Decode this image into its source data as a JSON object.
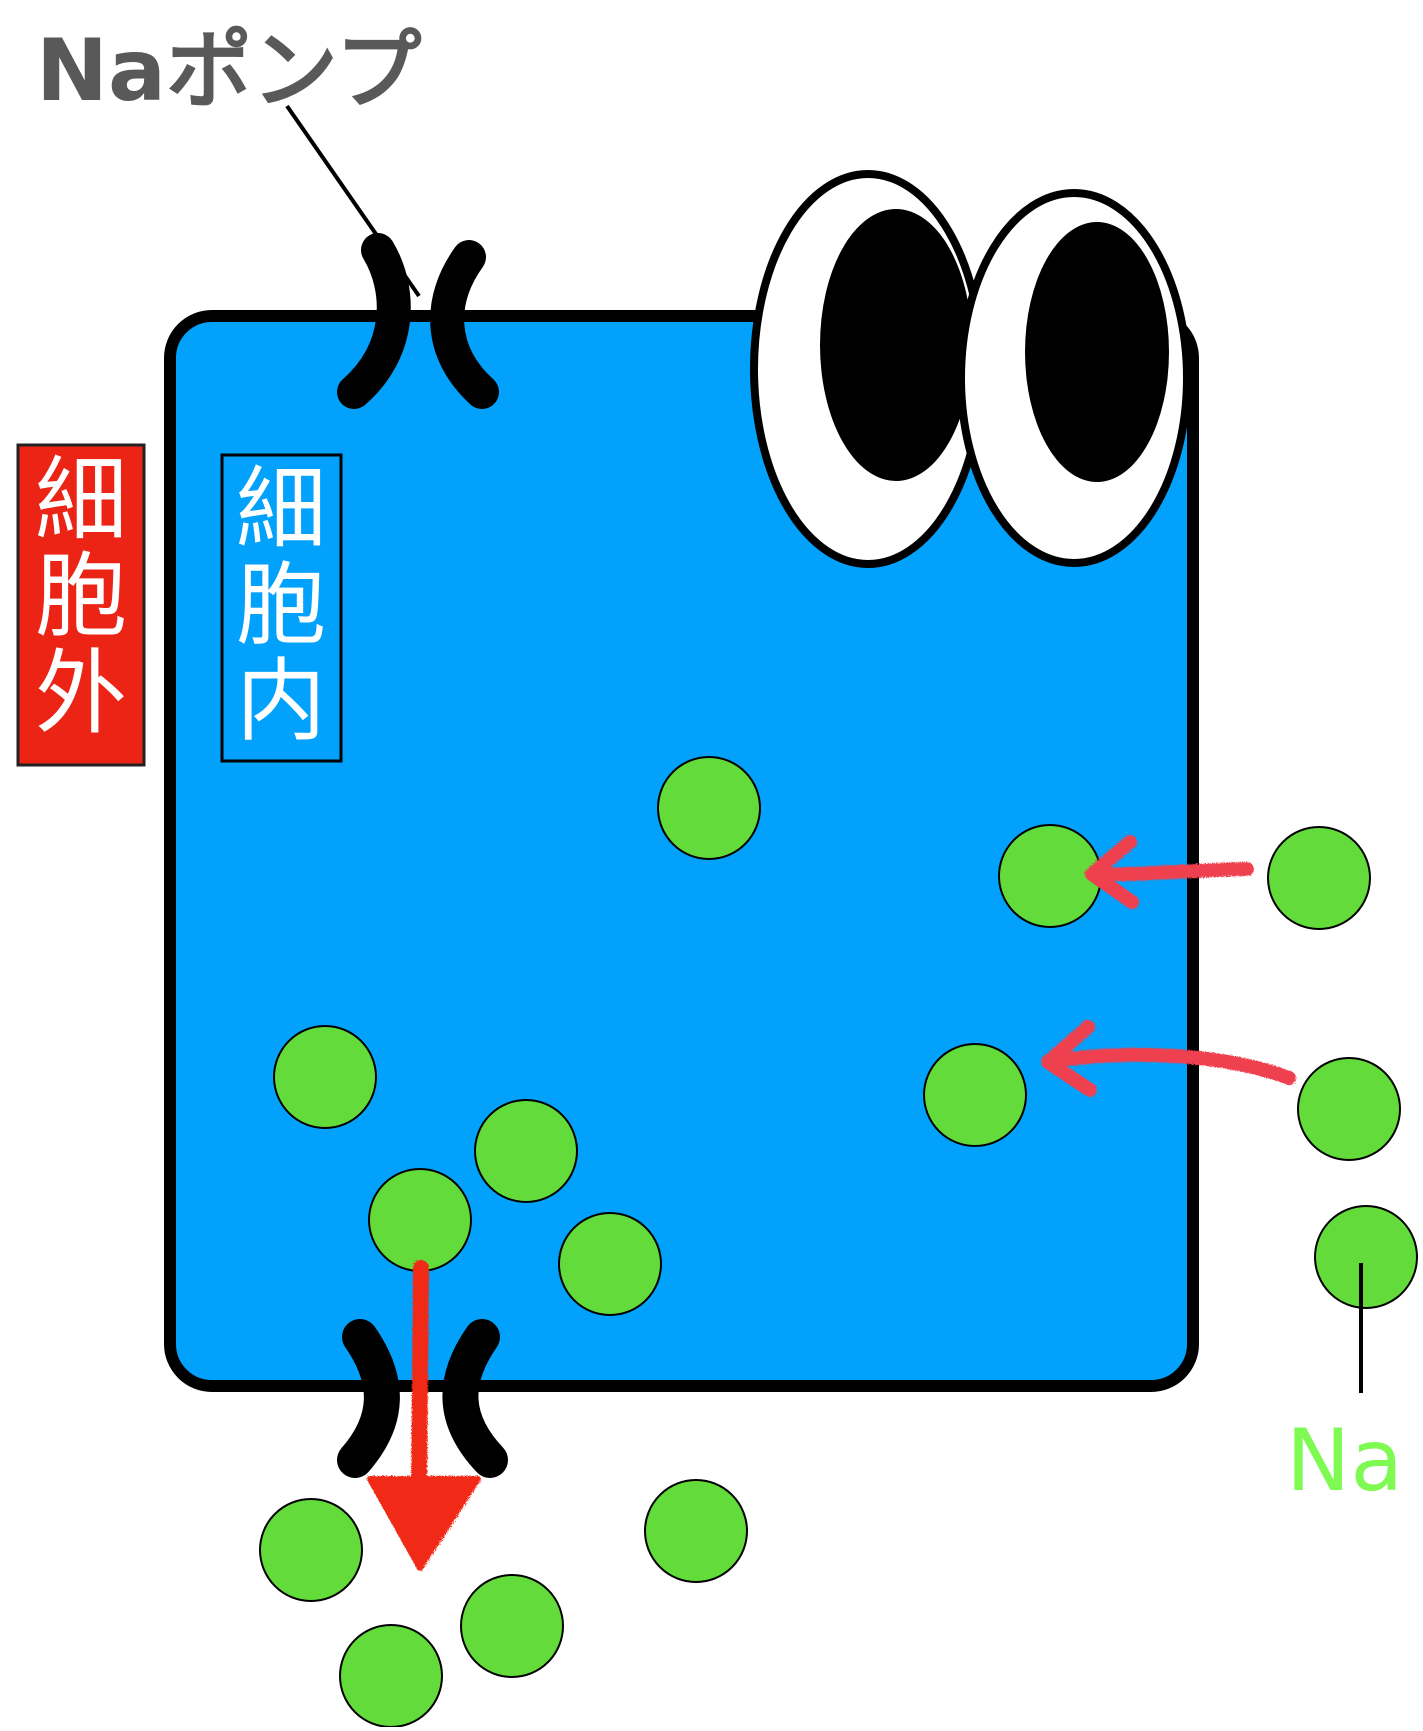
{
  "labels": {
    "pump": "Naポンプ",
    "outside": "細胞外",
    "inside": "細胞内",
    "sodium": "Na"
  },
  "colors": {
    "cell": "#02a2fc",
    "outline": "#000000",
    "ion": "#62db3b",
    "arrow": "#f02c19",
    "arrow_pink": "#ee4050",
    "outside_badge": "#eb2416",
    "pump_text": "#595959",
    "sodium_text": "#7efa53",
    "white": "#ffffff"
  },
  "icons": {
    "eyes": "cartoon-eyes-icon",
    "pump": "ion-channel-icon",
    "ion": "sodium-ion-icon"
  }
}
